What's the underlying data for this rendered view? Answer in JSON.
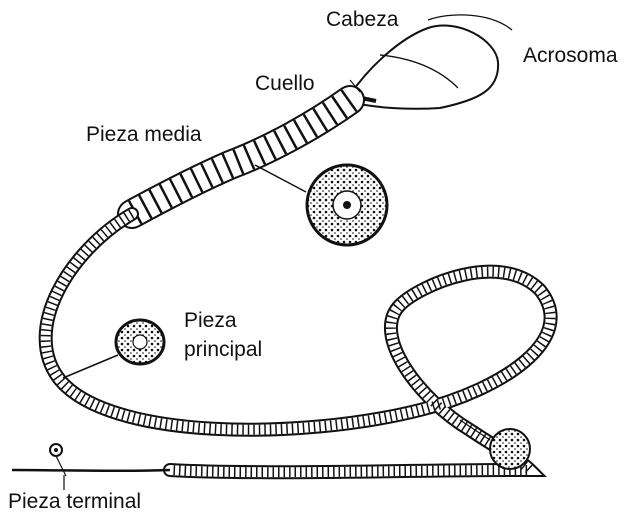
{
  "labels": {
    "cabeza": "Cabeza",
    "acrosoma": "Acrosoma",
    "cuello": "Cuello",
    "pieza_media": "Pieza media",
    "pieza_principal_1": "Pieza",
    "pieza_principal_2": "principal",
    "pieza_terminal": "Pieza terminal"
  },
  "colors": {
    "ink": "#111111",
    "paper": "#ffffff"
  }
}
